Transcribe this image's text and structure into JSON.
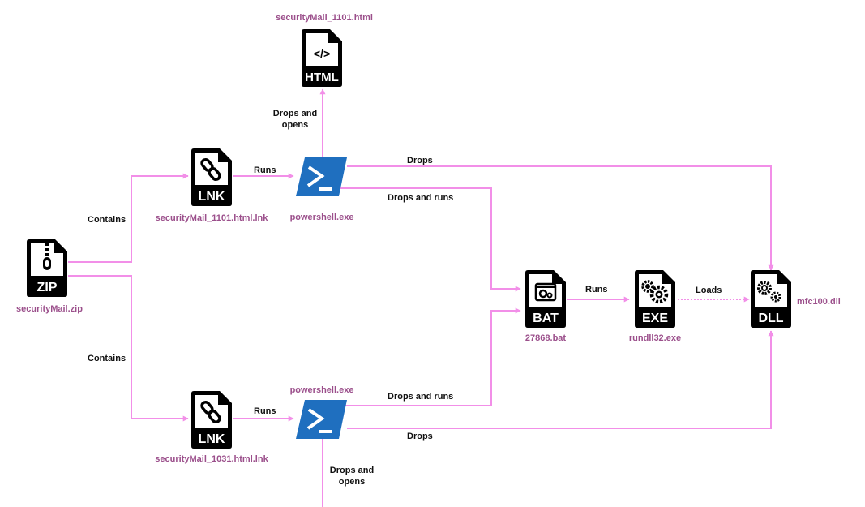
{
  "colors": {
    "connector": "#f28fe8",
    "filename": "#9b4f8b",
    "label": "#111111",
    "icon": "#000000",
    "powershell": "#1f6fbf"
  },
  "icons": {
    "zip": "ZIP",
    "lnk_top": "LNK",
    "lnk_bottom": "LNK",
    "html": "HTML",
    "html_glyph": "</>",
    "bat": "BAT",
    "exe": "EXE",
    "dll": "DLL"
  },
  "nodes": {
    "zip": "securityMail.zip",
    "lnk_top": "securityMail_1101.html.lnk",
    "lnk_bottom": "securityMail_1031.html.lnk",
    "ps_top": "powershell.exe",
    "ps_bottom": "powershell.exe",
    "html": "securityMail_1101.html",
    "bat": "27868.bat",
    "exe": "rundll32.exe",
    "dll": "mfc100.dll"
  },
  "edges": {
    "contains_top": "Contains",
    "contains_bottom": "Contains",
    "runs_top": "Runs",
    "runs_bottom": "Runs",
    "drops_opens_top": [
      "Drops and",
      "opens"
    ],
    "drops_opens_bottom": [
      "Drops and",
      "opens"
    ],
    "drops_top": "Drops",
    "drops_bottom": "Drops",
    "drops_runs_top": "Drops and runs",
    "drops_runs_bottom": "Drops and runs",
    "runs_bat": "Runs",
    "loads": "Loads"
  }
}
